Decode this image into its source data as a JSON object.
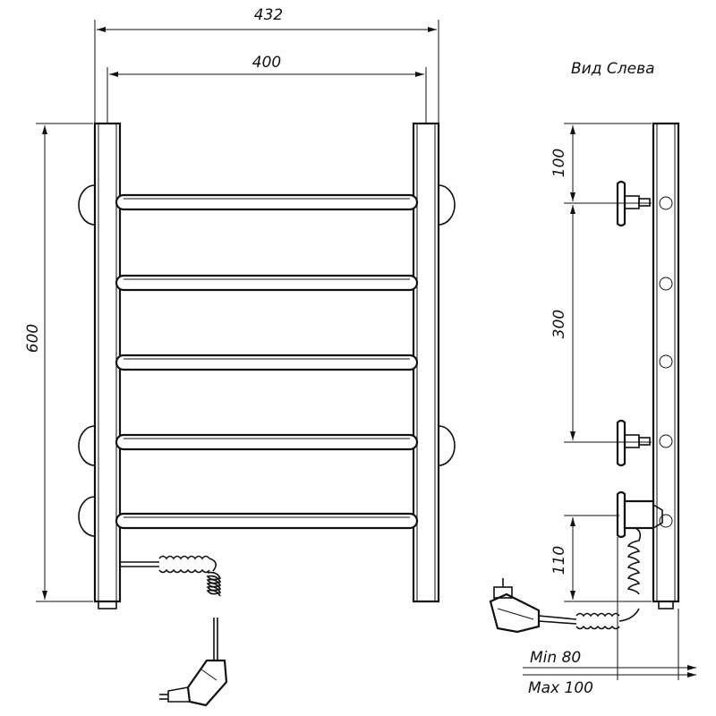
{
  "front_view": {
    "width_outer": "432",
    "width_inner": "400",
    "height": "600"
  },
  "side_view": {
    "title": "Вид Слева",
    "dim_top": "100",
    "dim_middle": "300",
    "dim_bottom": "110",
    "min_offset": "Min 80",
    "max_offset": "Max 100"
  }
}
